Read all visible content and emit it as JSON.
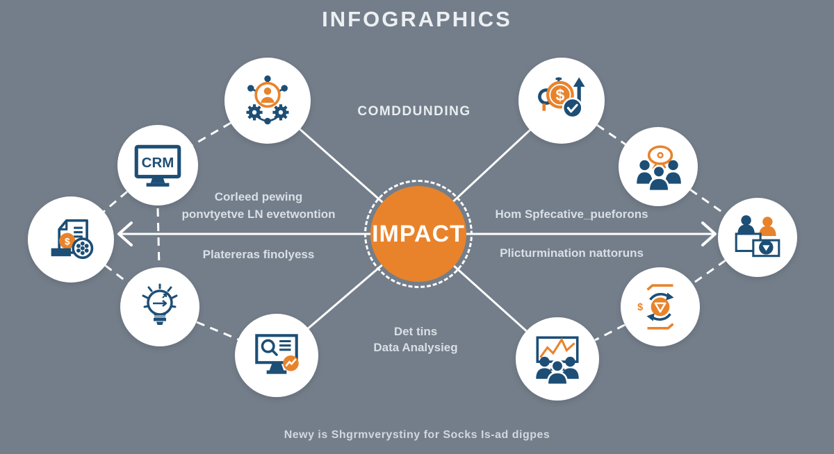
{
  "title": "INFOGRAPHICS",
  "center": {
    "label": "IMPACT"
  },
  "labels": {
    "top": "COMDDUNDING",
    "left_line1": "Corleed pewing",
    "left_line2": "ponvtyetve LN evetwontion",
    "left_below": "Platereras finolyess",
    "right_above": "Hom Spfecative_pueforons",
    "right_below": "Plicturmination nattoruns",
    "bottom_line1": "Det tins",
    "bottom_line2": "Data Analysieg",
    "caption": "Newy is Shgrmverystiny for Socks Is-ad digpes"
  },
  "symbols": {
    "dollar": "$"
  },
  "nodes": [
    {
      "id": "team-network",
      "icon": "team-network-icon"
    },
    {
      "id": "crm",
      "icon": "crm-monitor-icon",
      "label": "CRM"
    },
    {
      "id": "document-finance",
      "icon": "document-finance-icon"
    },
    {
      "id": "lightbulb",
      "icon": "lightbulb-icon"
    },
    {
      "id": "monitor-search",
      "icon": "monitor-search-icon"
    },
    {
      "id": "money-growth",
      "icon": "money-growth-icon"
    },
    {
      "id": "team-discussion",
      "icon": "team-discussion-icon"
    },
    {
      "id": "meeting-desk",
      "icon": "meeting-desk-icon"
    },
    {
      "id": "dollar-cycle",
      "icon": "dollar-cycle-icon"
    },
    {
      "id": "team-analytics",
      "icon": "team-analytics-icon"
    }
  ],
  "colors": {
    "background": "#747E8A",
    "accent_orange": "#E8832B",
    "icon_blue": "#1D4E75",
    "line_white": "#FFFFFF",
    "text_light": "#D9DFE6"
  }
}
